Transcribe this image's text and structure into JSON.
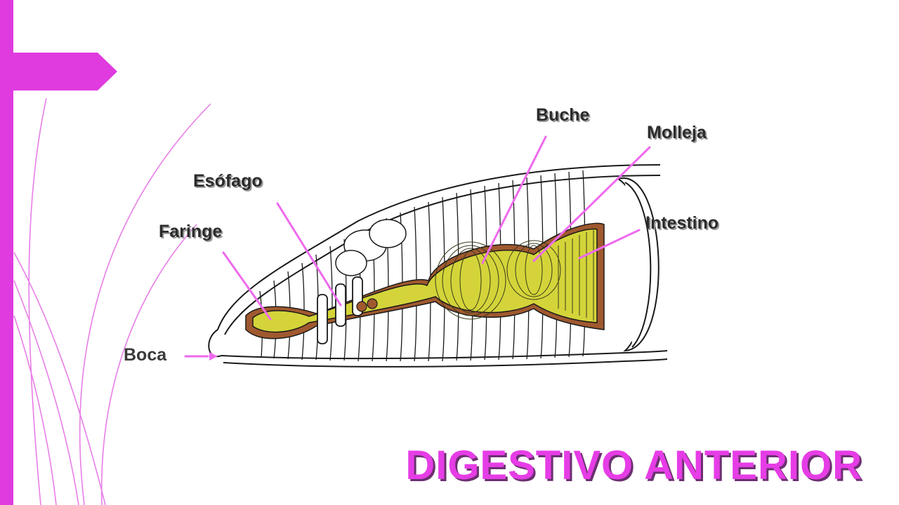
{
  "slide": {
    "title": "DIGESTIVO ANTERIOR",
    "accent_color": "#df3bdf",
    "title_color": "#e63de6"
  },
  "diagram": {
    "labels": {
      "buche": "Buche",
      "molleja": "Molleja",
      "esofago": "Esófago",
      "faringe": "Faringe",
      "intestino": "Intestino",
      "boca": "Boca"
    },
    "colors": {
      "gut_fill": "#d4d43a",
      "tissue": "#a0592f",
      "pointer": "#ee6aee"
    }
  }
}
